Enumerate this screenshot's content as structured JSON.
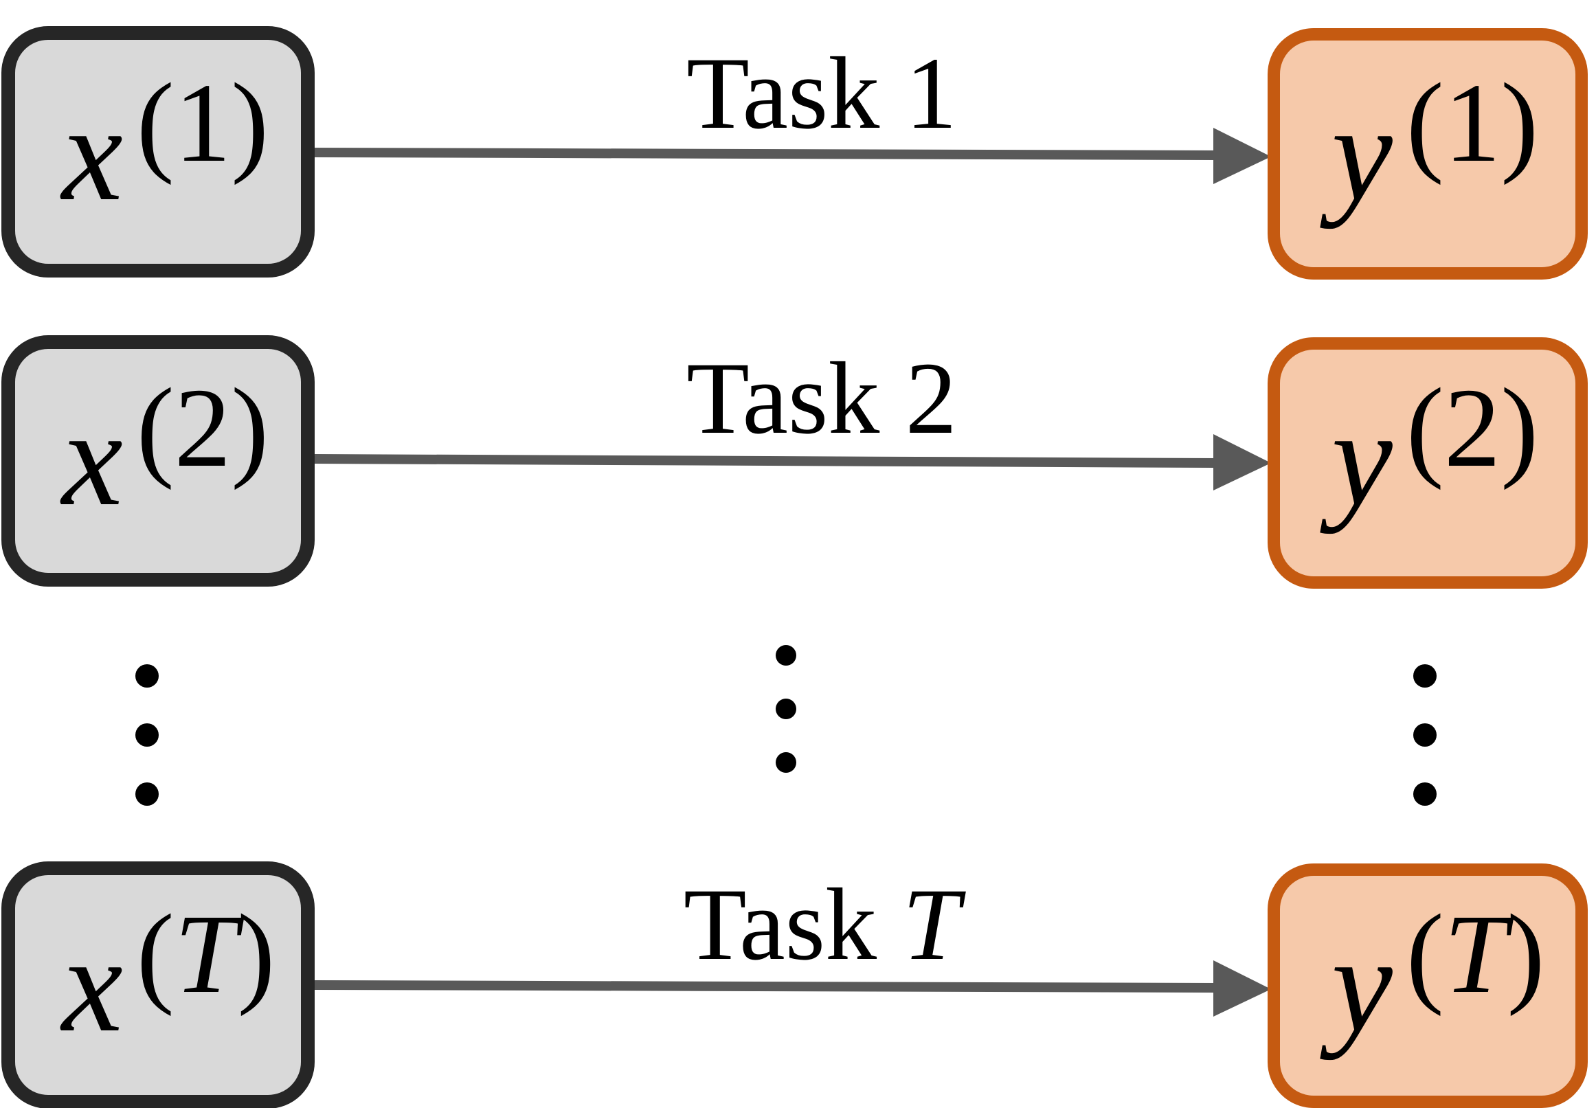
{
  "colors": {
    "input_fill": "#d9d9d9",
    "input_stroke": "#262626",
    "output_fill": "#f6c9aa",
    "output_stroke": "#c55a11",
    "arrow": "#595959",
    "text": "#000000",
    "dots": "#000000"
  },
  "rows": [
    {
      "input_var": "x",
      "output_var": "y",
      "sup": "(1)",
      "task_word": "Task",
      "task_id": "1",
      "task_id_italic": false
    },
    {
      "input_var": "x",
      "output_var": "y",
      "sup": "(2)",
      "task_word": "Task",
      "task_id": "2",
      "task_id_italic": false
    },
    {
      "input_var": "x",
      "output_var": "y",
      "sup_open": "(",
      "sup_var": "T",
      "sup_close": ")",
      "task_word": "Task",
      "task_id": "T",
      "task_id_italic": true
    }
  ],
  "ellipsis": {
    "count": 3
  }
}
